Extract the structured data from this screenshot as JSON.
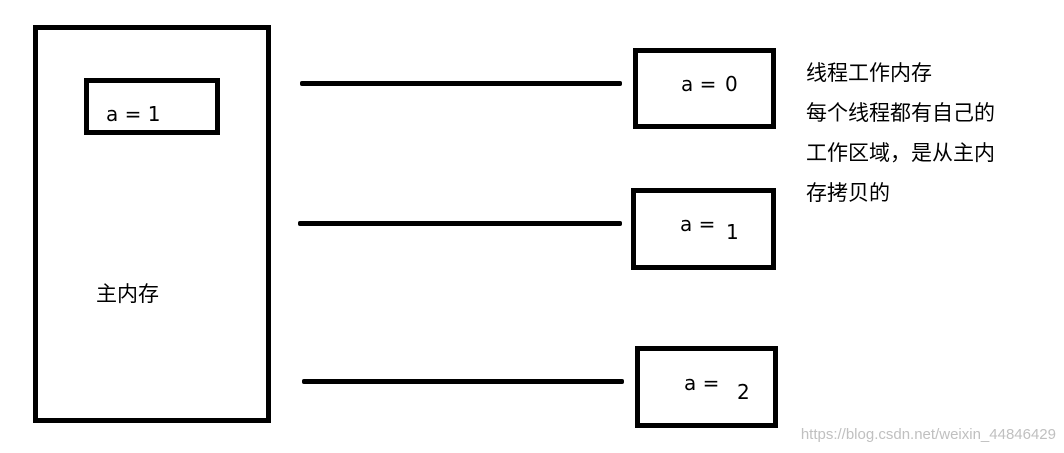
{
  "main_memory": {
    "label": "主内存",
    "var_text": "a = 1"
  },
  "threads": [
    {
      "var_name": "a =",
      "value": "0"
    },
    {
      "var_name": "a =",
      "value": "1"
    },
    {
      "var_name": "a =",
      "value": "2"
    }
  ],
  "note": {
    "lines": [
      "线程工作内存",
      "每个线程都有自己的",
      "工作区域，是从主内",
      "存拷贝的"
    ]
  },
  "watermark": "https://blog.csdn.net/weixin_44846429"
}
